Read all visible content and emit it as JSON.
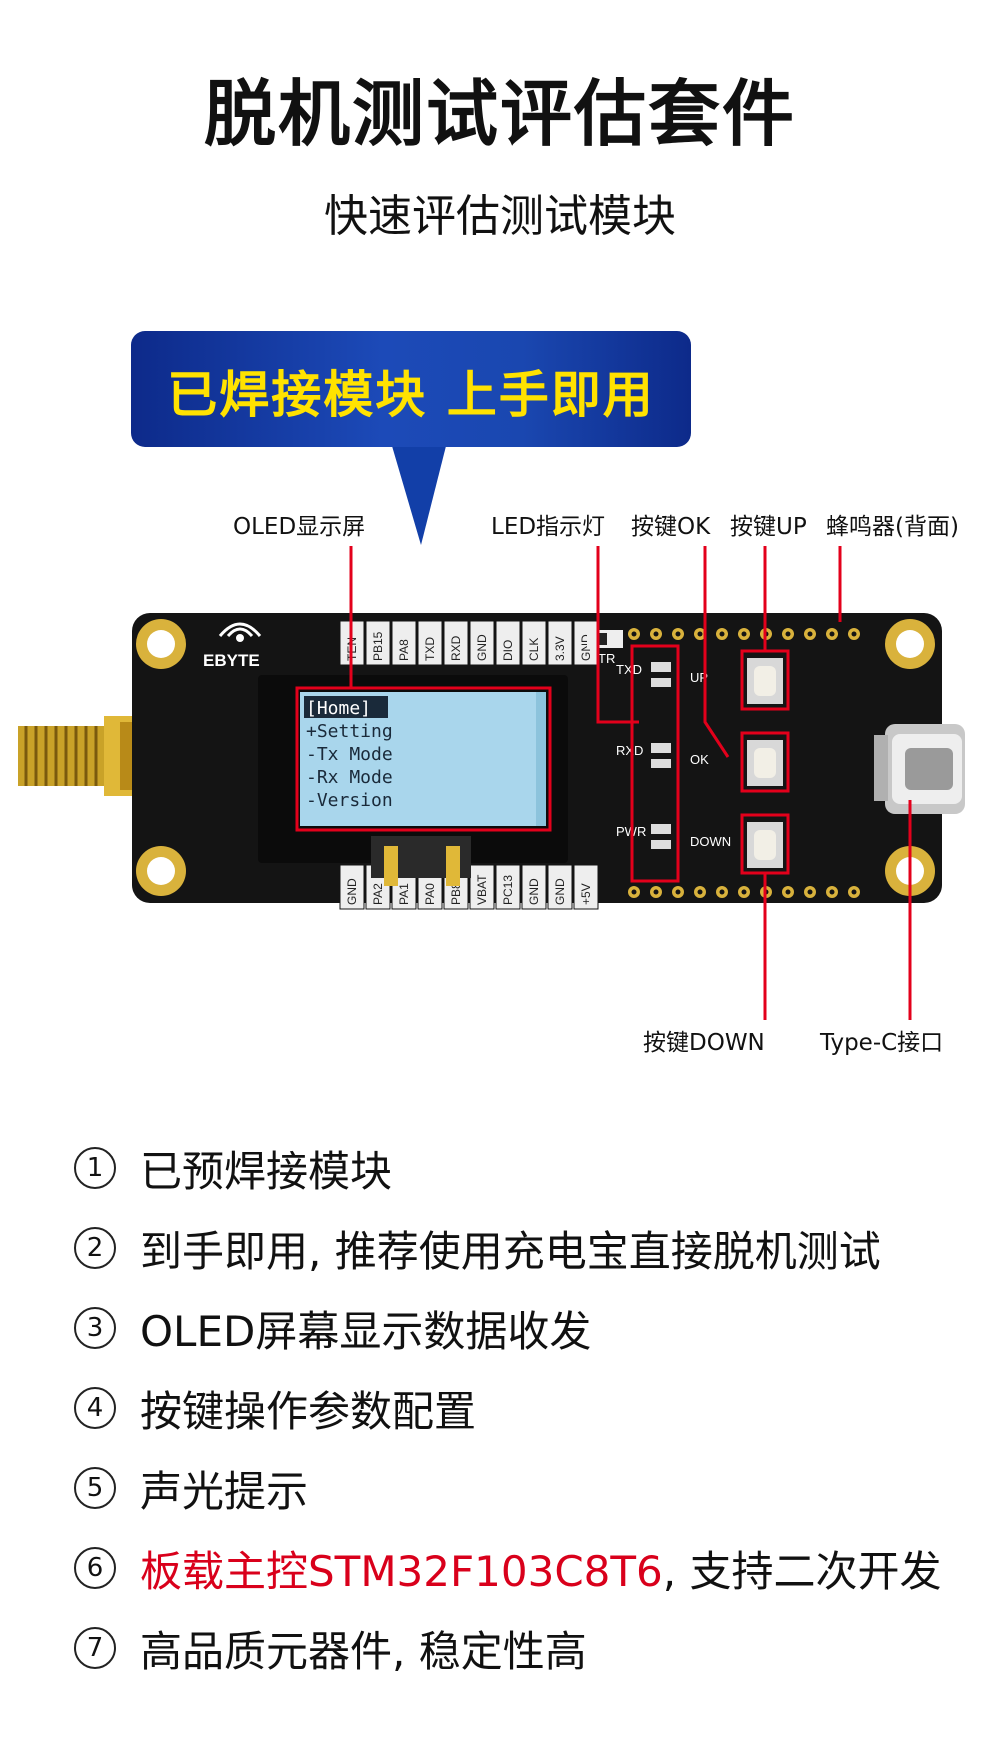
{
  "header": {
    "title": "脱机测试评估套件",
    "subtitle": "快速评估测试模块"
  },
  "banner": {
    "text": "已焊接模块  上手即用"
  },
  "callouts": {
    "oled": "OLED显示屏",
    "led": "LED指示灯",
    "key_ok": "按键OK",
    "key_up": "按键UP",
    "buzzer": "蜂鸣器(背面)",
    "key_down": "按键DOWN",
    "typec": "Type-C接口"
  },
  "board": {
    "brand": "EBYTE",
    "top_pins": [
      "TEN",
      "PB15",
      "PA8",
      "TXD",
      "RXD",
      "GND",
      "DIO",
      "CLK",
      "3.3V",
      "GND"
    ],
    "bottom_pins": [
      "GND",
      "PA2",
      "PA1",
      "PA0",
      "PB8",
      "VBAT",
      "PC13",
      "GND",
      "GND",
      "+5V"
    ],
    "tr_label": "TR",
    "led_labels": [
      "TXD",
      "RXD",
      "PWR"
    ],
    "button_labels": [
      "UP",
      "OK",
      "DOWN"
    ],
    "oled_menu": [
      "[Home]",
      "+Setting",
      "-Tx Mode",
      "-Rx Mode",
      "-Version"
    ]
  },
  "features": [
    {
      "num": "1",
      "text": "已预焊接模块"
    },
    {
      "num": "2",
      "text": "到手即用, 推荐使用充电宝直接脱机测试"
    },
    {
      "num": "3",
      "text": "OLED屏幕显示数据收发"
    },
    {
      "num": "4",
      "text": "按键操作参数配置"
    },
    {
      "num": "5",
      "text": "声光提示"
    },
    {
      "num": "6",
      "highlight": "板载主控STM32F103C8T6",
      "rest": ", 支持二次开发"
    },
    {
      "num": "7",
      "text": "高品质元器件, 稳定性高"
    }
  ],
  "colors": {
    "banner_text": "#ffe200",
    "banner_bg": "#1c4ab8",
    "highlight_red": "#d9001b",
    "pcb": "#141414",
    "oled_screen": "#a9d6ec"
  }
}
